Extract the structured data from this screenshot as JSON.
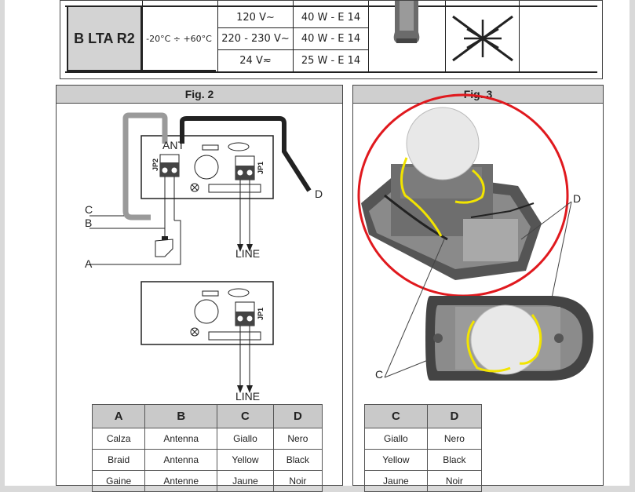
{
  "spec_table": {
    "model": "B LTA R2",
    "temperature": "-20°C ÷ +60°C",
    "rows": [
      {
        "voltage": "120 V~",
        "power": "40 W - E 14"
      },
      {
        "voltage": "220 - 230 V~",
        "power": "40 W - E 14"
      },
      {
        "voltage": "24 V≂",
        "power": "25 W - E 14"
      }
    ]
  },
  "fig2": {
    "title": "Fig. 2",
    "ant_label": "ANT",
    "jp2_label": "JP2",
    "jp1_label": "JP1",
    "line_label": "LINE",
    "callouts": {
      "a": "A",
      "b": "B",
      "c": "C",
      "d": "D"
    }
  },
  "fig3": {
    "title": "Fig. 3",
    "callouts": {
      "c": "C",
      "d": "D"
    }
  },
  "legend_left": {
    "headers": [
      "A",
      "B",
      "C",
      "D"
    ],
    "rows": [
      [
        "Calza",
        "Antenna",
        "Giallo",
        "Nero"
      ],
      [
        "Braid",
        "Antenna",
        "Yellow",
        "Black"
      ],
      [
        "Gaine",
        "Antenne",
        "Jaune",
        "Noir"
      ]
    ]
  },
  "legend_right": {
    "headers": [
      "C",
      "D"
    ],
    "rows": [
      [
        "Giallo",
        "Nero"
      ],
      [
        "Yellow",
        "Black"
      ],
      [
        "Jaune",
        "Noir"
      ]
    ]
  }
}
